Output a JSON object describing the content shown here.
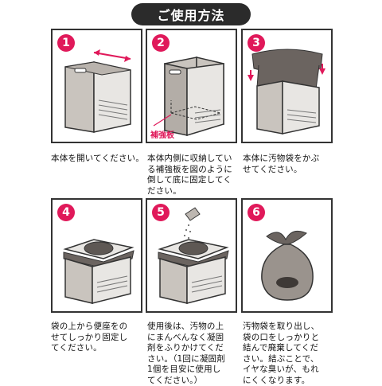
{
  "title": "ご使用方法",
  "steps": [
    {
      "number": "1",
      "text": "本体を開いてください。"
    },
    {
      "number": "2",
      "text": "本体内側に収納してい\nる補強板を図のように\n倒して底に固定してく\nださい。",
      "label": "補強板"
    },
    {
      "number": "3",
      "text": "本体に汚物袋をかぶ\nせてください。"
    },
    {
      "number": "4",
      "text": "袋の上から便座をの\nせてしっかり固定し\nてください。"
    },
    {
      "number": "5",
      "text": "使用後は、汚物の上\nにまんべんなく凝固\n剤をふりかけてくだ\nさい。（1回に凝固剤\n1個を目安に使用し\nてください。）"
    },
    {
      "number": "6",
      "text": "汚物袋を取り出し、\n袋の口をしっかりと\n結んで廃棄してくだ\nさい。結ぶことで、\nイヤな臭いが、もれ\nにくくなります。"
    }
  ],
  "colors": {
    "accent": "#e0195a",
    "panel_fill": "#c9c4be",
    "bag": "#6b6460"
  }
}
